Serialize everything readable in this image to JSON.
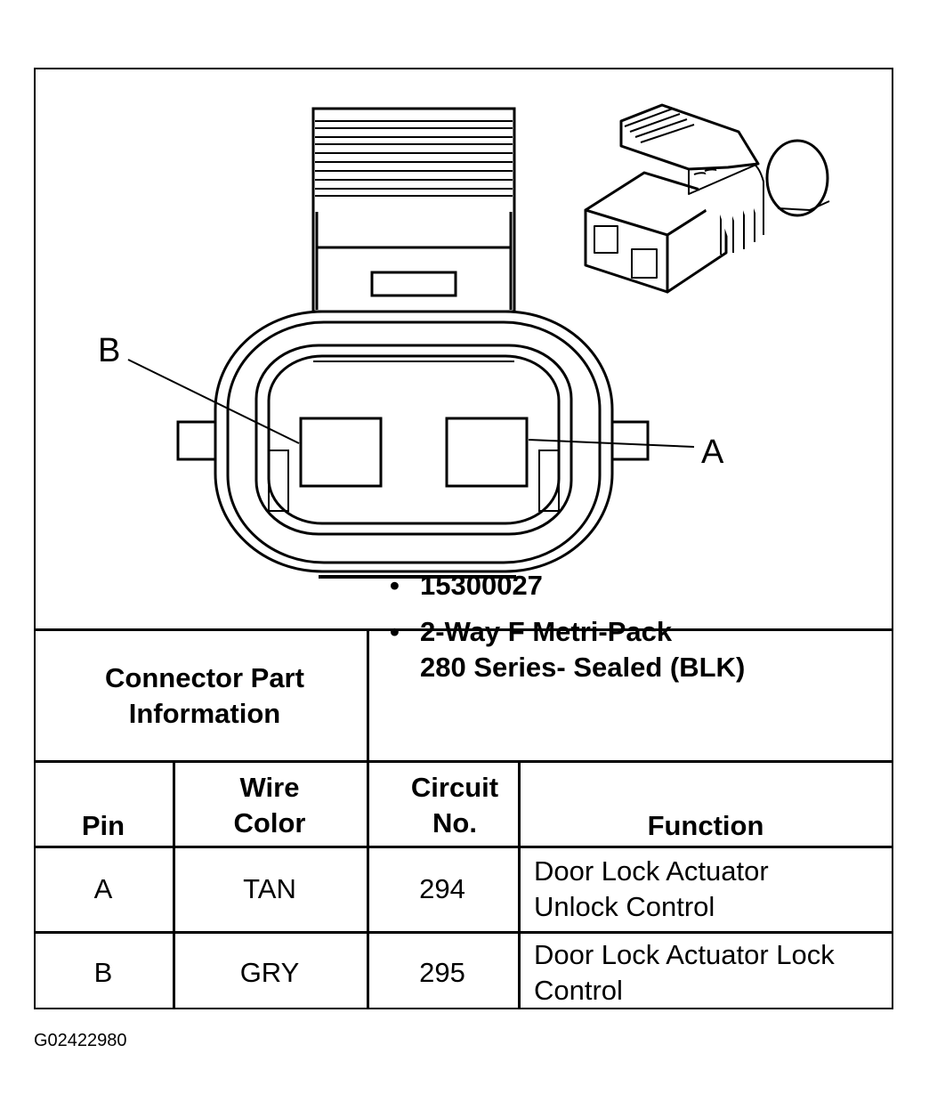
{
  "pin_labels": {
    "left": "B",
    "right": "A"
  },
  "part_info": {
    "heading": "Connector Part Information",
    "items": [
      "15300027",
      "2-Way F Metri-Pack\n280 Series- Sealed (BLK)"
    ]
  },
  "table": {
    "headers": {
      "pin": "Pin",
      "wire_color": "Wire Color",
      "circuit": "Circuit No.",
      "function": "Function"
    },
    "rows": [
      {
        "pin": "A",
        "wire_color": "TAN",
        "circuit": "294",
        "function": "Door Lock Actuator Unlock Control"
      },
      {
        "pin": "B",
        "wire_color": "GRY",
        "circuit": "295",
        "function": "Door Lock Actuator Lock Control"
      }
    ]
  },
  "figure_id": "G02422980"
}
